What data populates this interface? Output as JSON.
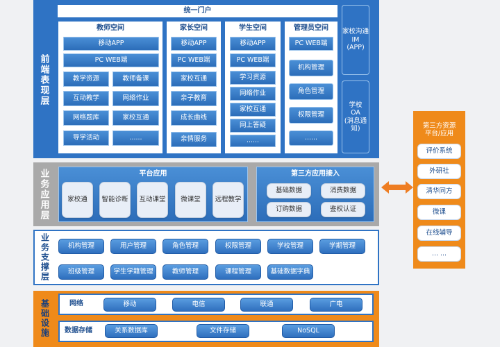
{
  "frontend": {
    "label": "前端表现层",
    "portal": "统一门户",
    "teacher": {
      "title": "教师空间",
      "top": [
        "移动APP",
        "PC WEB端"
      ],
      "grid": [
        "教学资源",
        "教师备课",
        "互动教学",
        "网络作业",
        "网络题库",
        "家校互通",
        "导学活动",
        "......"
      ]
    },
    "parent": {
      "title": "家长空间",
      "items": [
        "移动APP",
        "PC WEB端",
        "家校互通",
        "亲子教育",
        "成长曲线",
        "亲情服务"
      ]
    },
    "student": {
      "title": "学生空间",
      "items": [
        "移动APP",
        "PC WEB端",
        "学习资源",
        "网络作业",
        "家校互通",
        "网上答疑",
        "......"
      ]
    },
    "admin": {
      "title": "管理员空间",
      "items": [
        "PC WEB端",
        "机构管理",
        "角色管理",
        "权限管理",
        "......"
      ]
    },
    "im": "家校沟通\nIM (APP)",
    "oa": "学校\nOA\n(消息通知)"
  },
  "business": {
    "label": "业务应用层",
    "platform": {
      "title": "平台应用",
      "items": [
        "家校通",
        "智能诊断",
        "互动课堂",
        "微课堂",
        "远程教学"
      ]
    },
    "third": {
      "title": "第三方应用接入",
      "items": [
        "基础数据",
        "消费数据",
        "订购数据",
        "鉴权认证"
      ]
    }
  },
  "support": {
    "label": "业务支撑层",
    "row1": [
      "机构管理",
      "用户管理",
      "角色管理",
      "权限管理",
      "学校管理",
      "学期管理"
    ],
    "row2": [
      "班级管理",
      "学生学籍管理",
      "教师管理",
      "课程管理",
      "基础数据字典"
    ]
  },
  "infra": {
    "label": "基础设施",
    "network": {
      "title": "网络",
      "items": [
        "移动",
        "电信",
        "联通",
        "广电"
      ]
    },
    "storage": {
      "title": "数据存储",
      "items": [
        "关系数据库",
        "文件存储",
        "NoSQL"
      ]
    }
  },
  "thirdparty": {
    "title": "第三方资源\n平台/应用",
    "items": [
      "评价系统",
      "外研社",
      "清华同方",
      "微课",
      "在线辅导",
      "... ..."
    ]
  }
}
